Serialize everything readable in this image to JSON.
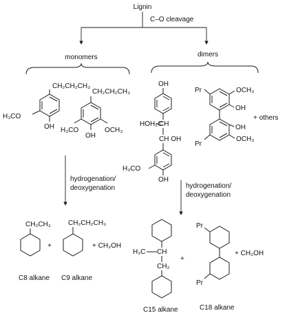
{
  "diagram": {
    "root": "Lignin",
    "root_step": "C–O cleavage",
    "groups": {
      "monomers": "monomers",
      "dimers": "dimers"
    },
    "others": "+ others",
    "step_hdo": [
      "hydrogenation/",
      "deoxygenation"
    ],
    "labels": {
      "propyl": "CH₂CH₂CH₃",
      "ethyl": "CH₂CH₃",
      "methoxy_left": "H₃CO",
      "methoxy_right": "OCH₃",
      "methoxy_left2": "H₃CO",
      "oh": "OH",
      "hoh2c": "HOH₂C",
      "ch": "CH",
      "choh": "CH OH",
      "h3co_dimer": "H₃CO",
      "pr": "Pr",
      "h3c": "H₃C",
      "ch_branch": "CH",
      "ch2": "CH₂",
      "plus": "+",
      "ch3oh": "+ CH₃OH"
    },
    "products": {
      "c8": "C8 alkane",
      "c9": "C9 alkane",
      "c15": "C15 alkane",
      "c18": "C18 alkane"
    }
  }
}
